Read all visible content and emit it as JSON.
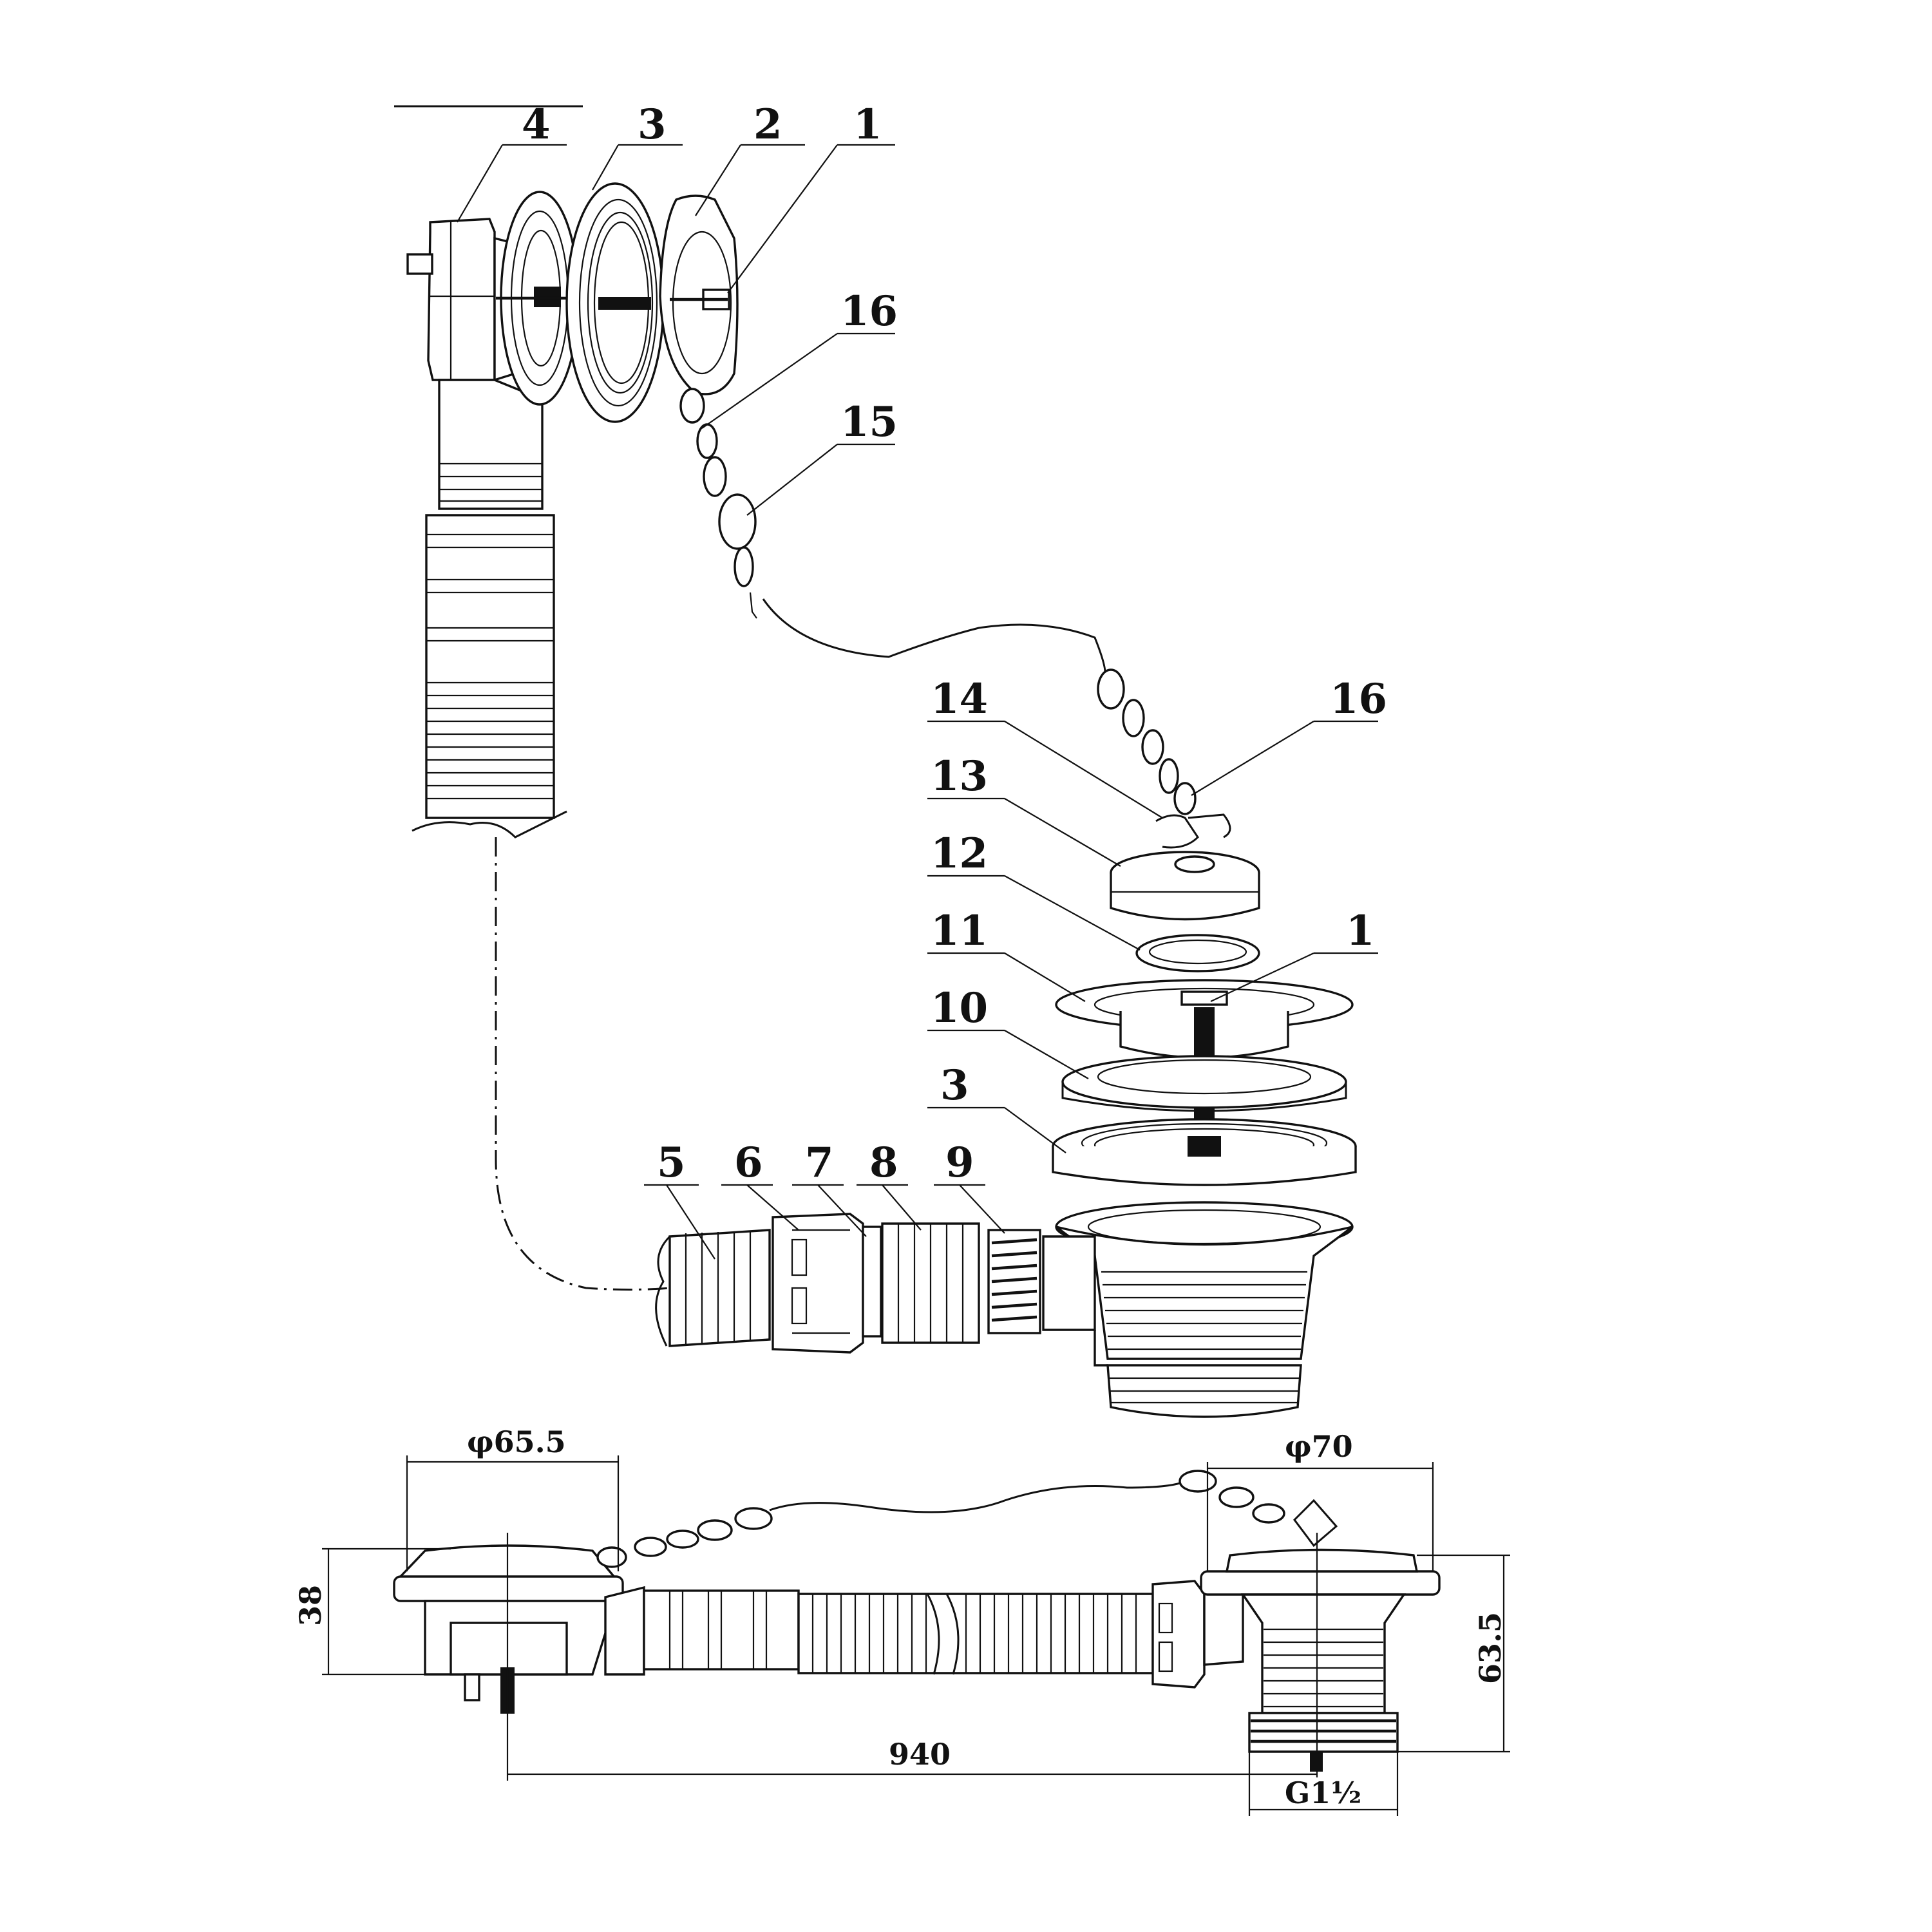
{
  "callouts": {
    "p4": "4",
    "p3a": "3",
    "p2": "2",
    "p1a": "1",
    "p16a": "16",
    "p15": "15",
    "p14": "14",
    "p16b": "16",
    "p13": "13",
    "p12": "12",
    "p11": "11",
    "p1b": "1",
    "p10": "10",
    "p3b": "3",
    "p5": "5",
    "p6": "6",
    "p7": "7",
    "p8": "8",
    "p9": "9"
  },
  "dimensions": {
    "overflow_diameter": "φ65.5",
    "waste_diameter": "φ70",
    "overflow_height": "38",
    "waste_height": "63.5",
    "length": "940",
    "thread": "G1½"
  }
}
